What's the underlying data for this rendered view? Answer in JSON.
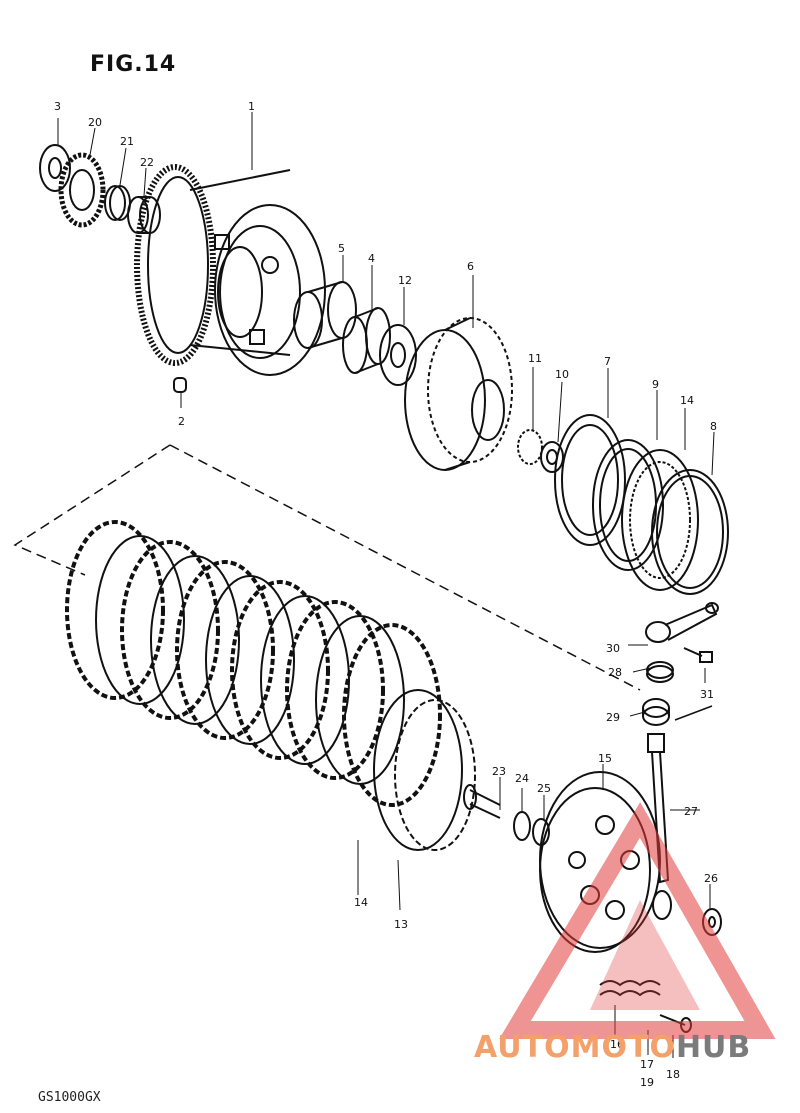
{
  "figure": {
    "title": "FIG.14",
    "model_code": "GS1000GX"
  },
  "callouts": [
    "1",
    "2",
    "3",
    "4",
    "5",
    "6",
    "7",
    "8",
    "9",
    "10",
    "11",
    "12",
    "13",
    "14",
    "14",
    "15",
    "16",
    "17",
    "18",
    "19",
    "20",
    "21",
    "22",
    "23",
    "24",
    "25",
    "26",
    "27",
    "28",
    "29",
    "30",
    "31"
  ],
  "watermark": {
    "part_a": "AUTOMOTO",
    "part_b": "HUB",
    "color_a": "#f4a06b",
    "color_b": "#7b7b7b",
    "logo_color": "#e23c3c"
  },
  "colors": {
    "line": "#111111",
    "background": "#ffffff"
  }
}
